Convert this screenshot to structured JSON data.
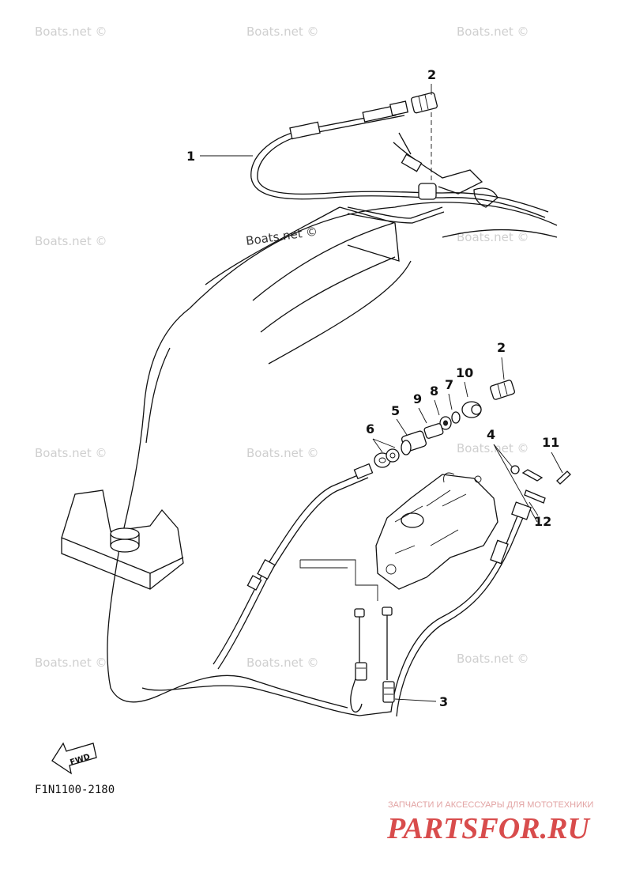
{
  "watermark_text": "Boats.net ©",
  "callouts": {
    "c1": "1",
    "c2_top": "2",
    "c2_mid": "2",
    "c3": "3",
    "c4": "4",
    "c5": "5",
    "c6": "6",
    "c7": "7",
    "c8": "8",
    "c9": "9",
    "c10": "10",
    "c11": "11",
    "c12": "12"
  },
  "direction_marker": "FWD",
  "diagram_code": "F1N1100-2180",
  "footer": {
    "tagline": "ЗАПЧАСТИ И АКСЕССУАРЫ ДЛЯ МОТОТЕХНИКИ",
    "brand": "PARTSFOR.RU"
  },
  "colors": {
    "line": "#111111",
    "watermark": "#cfcfcf",
    "brand": "#d84c4c"
  }
}
